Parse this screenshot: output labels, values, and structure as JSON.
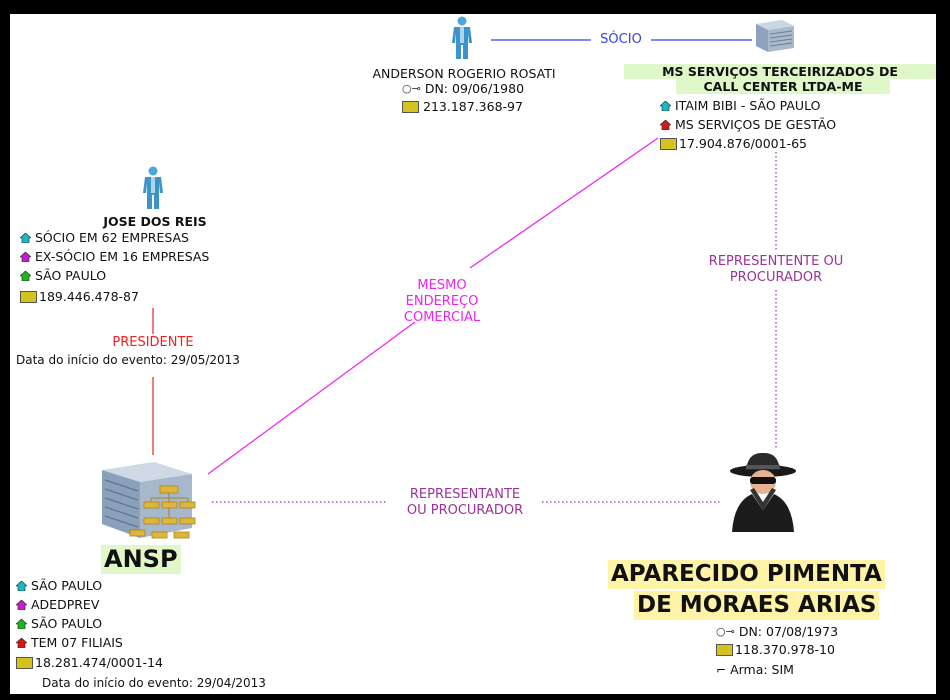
{
  "colors": {
    "frame": "#000000",
    "socio_line": "#3344dd",
    "president_line": "#ee2222",
    "address_line": "#ee22ee",
    "representative_line": "#993399",
    "name_highlight_green": "#dff7c9",
    "name_highlight_yellow": "#fff3a8",
    "icon_cyan": "#19b9c9",
    "icon_magenta": "#c21fc9",
    "icon_green": "#23b223",
    "icon_red": "#d61818",
    "icon_id_card": "#d6c21c"
  },
  "anderson": {
    "icon": "person-icon",
    "name": "ANDERSON ROGERIO ROSATI",
    "dn": "DN: 09/06/1980",
    "doc": "213.187.368-97"
  },
  "ms": {
    "icon": "building-icon",
    "name_line1": "MS SERVIÇOS TERCEIRIZADOS DE",
    "name_line2": "CALL CENTER LTDA-ME",
    "attrs": [
      {
        "icon": "home-icon",
        "color": "cyan",
        "text": "ITAIM BIBI - SÃO PAULO"
      },
      {
        "icon": "home-icon",
        "color": "red",
        "text": "MS SERVIÇOS DE GESTÃO"
      }
    ],
    "doc": "17.904.876/0001-65"
  },
  "jose": {
    "icon": "person-icon",
    "name": "JOSE DOS REIS",
    "attrs": [
      {
        "icon": "home-icon",
        "color": "cyan",
        "text": "SÓCIO EM 62 EMPRESAS"
      },
      {
        "icon": "home-icon",
        "color": "magenta",
        "text": "EX-SÓCIO EM 16 EMPRESAS"
      },
      {
        "icon": "home-icon",
        "color": "green",
        "text": "SÃO PAULO"
      }
    ],
    "doc": "189.446.478-87"
  },
  "ansp": {
    "icon": "company-network-building-icon",
    "name": "ANSP",
    "attrs": [
      {
        "icon": "home-icon",
        "color": "cyan",
        "text": "SÃO PAULO"
      },
      {
        "icon": "home-icon",
        "color": "magenta",
        "text": "ADEDPREV"
      },
      {
        "icon": "home-icon",
        "color": "green",
        "text": "SÃO PAULO"
      },
      {
        "icon": "home-icon",
        "color": "red",
        "text": "TEM 07 FILIAIS"
      }
    ],
    "doc": "18.281.474/0001-14",
    "event": "Data do início do evento: 29/04/2013"
  },
  "aparecido": {
    "icon": "spy-avatar-icon",
    "name_line1": "APARECIDO PIMENTA",
    "name_line2": "DE MORAES ARIAS",
    "dn": "DN: 07/08/1973",
    "doc": "118.370.978-10",
    "arma": "Arma: SIM"
  },
  "links": {
    "socio": "SÓCIO",
    "presidente": "PRESIDENTE",
    "presidente_event": "Data do início do evento: 29/05/2013",
    "mesmo_endereco": [
      "MESMO",
      "ENDEREÇO",
      "COMERCIAL"
    ],
    "representante_ms": [
      "REPRESENTENTE OU",
      "PROCURADOR"
    ],
    "representante_ansp": [
      "REPRESENTANTE",
      "OU PROCURADOR"
    ]
  }
}
